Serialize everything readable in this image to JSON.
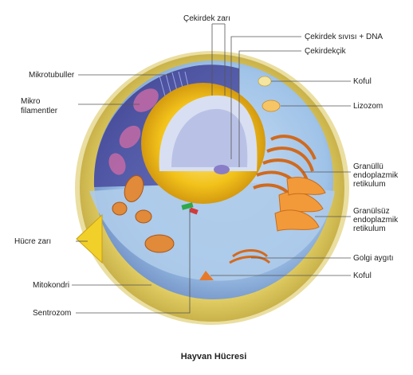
{
  "caption": "Hayvan Hücresi",
  "labels": {
    "cekirdek_zari": "Çekirdek zarı",
    "cekirdek_sivisi_dna": "Çekirdek sıvısı + DNA",
    "cekirdekcik": "Çekirdekçik",
    "koful_top": "Koful",
    "lizozom": "Lizozom",
    "granullu_er": [
      "Granüllü",
      "endoplazmik",
      "retikulum"
    ],
    "granulsuz_er": [
      "Granülsüz",
      "endoplazmik",
      "retikulum"
    ],
    "golgi": "Golgi aygıtı",
    "koful_bottom": "Koful",
    "mikrotubuller": "Mikrotubuller",
    "mikro_filamentler": [
      "Mikro",
      "filamentler"
    ],
    "hucre_zari": "Hücre zarı",
    "mitokondri": "Mitokondri",
    "sentrozom": "Sentrozom"
  },
  "colors": {
    "membrane": "#e6d36a",
    "cytoplasm": "#9fc3e8",
    "inner_dark": "#3c3f8c",
    "nuclear_envelope": "#f2c21a",
    "mitochondria": "#d9772a",
    "er": "#e07a22"
  }
}
